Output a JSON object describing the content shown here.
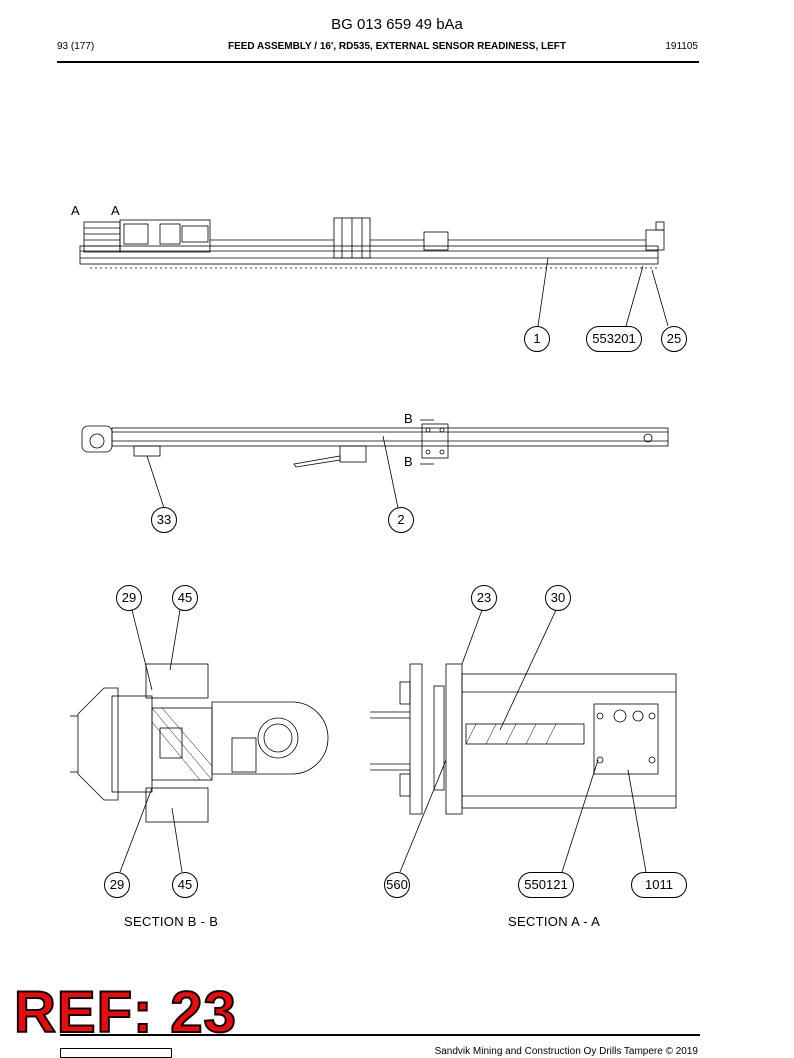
{
  "header": {
    "document_code": "BG 013 659 49 bAa",
    "page": "93 (177)",
    "title": "FEED ASSEMBLY / 16', RD535, EXTERNAL SENSOR READINESS, LEFT",
    "date_code": "191105"
  },
  "view_letters": {
    "a1": "A",
    "a2": "A",
    "b1": "B",
    "b2": "B"
  },
  "balloons": {
    "top_view": [
      "1",
      "553",
      "201",
      "25"
    ],
    "side_view": [
      "33",
      "2"
    ],
    "section_b": [
      "29",
      "45",
      "29",
      "45"
    ],
    "section_a": [
      "23",
      "30",
      "560",
      "550",
      "121",
      "10",
      "11"
    ]
  },
  "sections": {
    "b": "SECTION B - B",
    "a": "SECTION A - A"
  },
  "stamp": "REF: 23",
  "footer": {
    "copyright": "Sandvik Mining and Construction Oy Drills Tampere © 2019"
  }
}
